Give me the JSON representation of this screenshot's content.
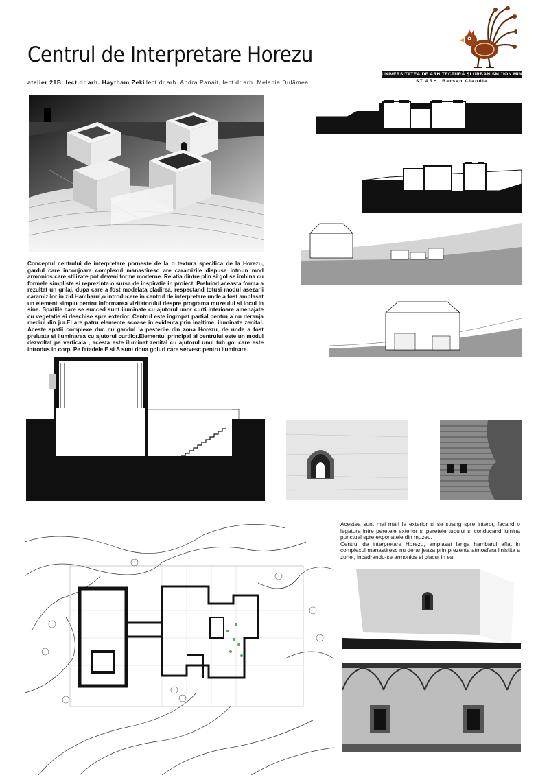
{
  "header": {
    "title": "Centrul de Interpretare Horezu",
    "atelier": "atelier 21B. lect.dr.arh. Haytham Zeki",
    "teachers": "lect.dr.arh. Andra Panait,  lect.dr.arh. Melania Dulămea",
    "university": "UNIVERSITATEA DE ARHITECTURĂ ȘI URBANISM \"ION MINCU\"",
    "student": "ST.ARH. Barsan Claudia"
  },
  "icons": {
    "logo": "rooster-logo-icon"
  },
  "text": {
    "concept": "Conceptul centrului de interpretare porneste de la o textura specifica de la Horezu, gardul care inconjoara complexul manastiresc are caramizile dispuse intr-un mod armonios care stilizate pot deveni forme moderne. Relatia dintre plin si gol se imbina cu formele simpliste si reprezinta o sursa de inspiratie in proiect. Preluind aceasta forma a rezultat un grilaj, dupa care a fost modelata cladirea, respectand totusi modul asezarii caramizilor in zid.Hambarul,o introducere in centrul de interpretare unde a fost amplasat un element simplu pentru informarea vizitatorului despre programa muzeului si locul in sine. Spatiile care se succed sunt iluminate cu ajutorul unor curti interioare amenajate cu vegetatie si deschise spre exterior. Centrul este ingropat partial pentru a nu deranja mediul din jur.El are patru elemente scoase in evidenta prin inaltime, iluminate zenital. Aceste spatii complexe duc cu gandul la pesterile din zona Horezu, de unde a fost preluata si iluminarea cu ajutorul curtilor.Elementul principal al centrului este un modul dezvoltat pe verticala , acesta este iluminat zenital cu ajutorul unui tub gol care este introdus in corp. Pe fatadele E si S sunt doua goluri care servesc pentru iluminare.",
    "openings": "Acestea sunt mai mari la exterior si se strang spre interor, facand o legatura intre peretele exterior si peretele tubului si conducand lumina punctual spre exponatele din muzeu.\nCentrul de interpretare Horezu, amplasat langa hambarul aflat in complexul manastiresc nu deranjeaza prin prezenta atmosfera linistita a zonei, incadrandu-se armonios si placut in ea."
  },
  "colors": {
    "ink": "#111111",
    "ground_grey": "#9a9a9a",
    "light_grey": "#d4d4d4",
    "vegetation": "#4caf50"
  }
}
